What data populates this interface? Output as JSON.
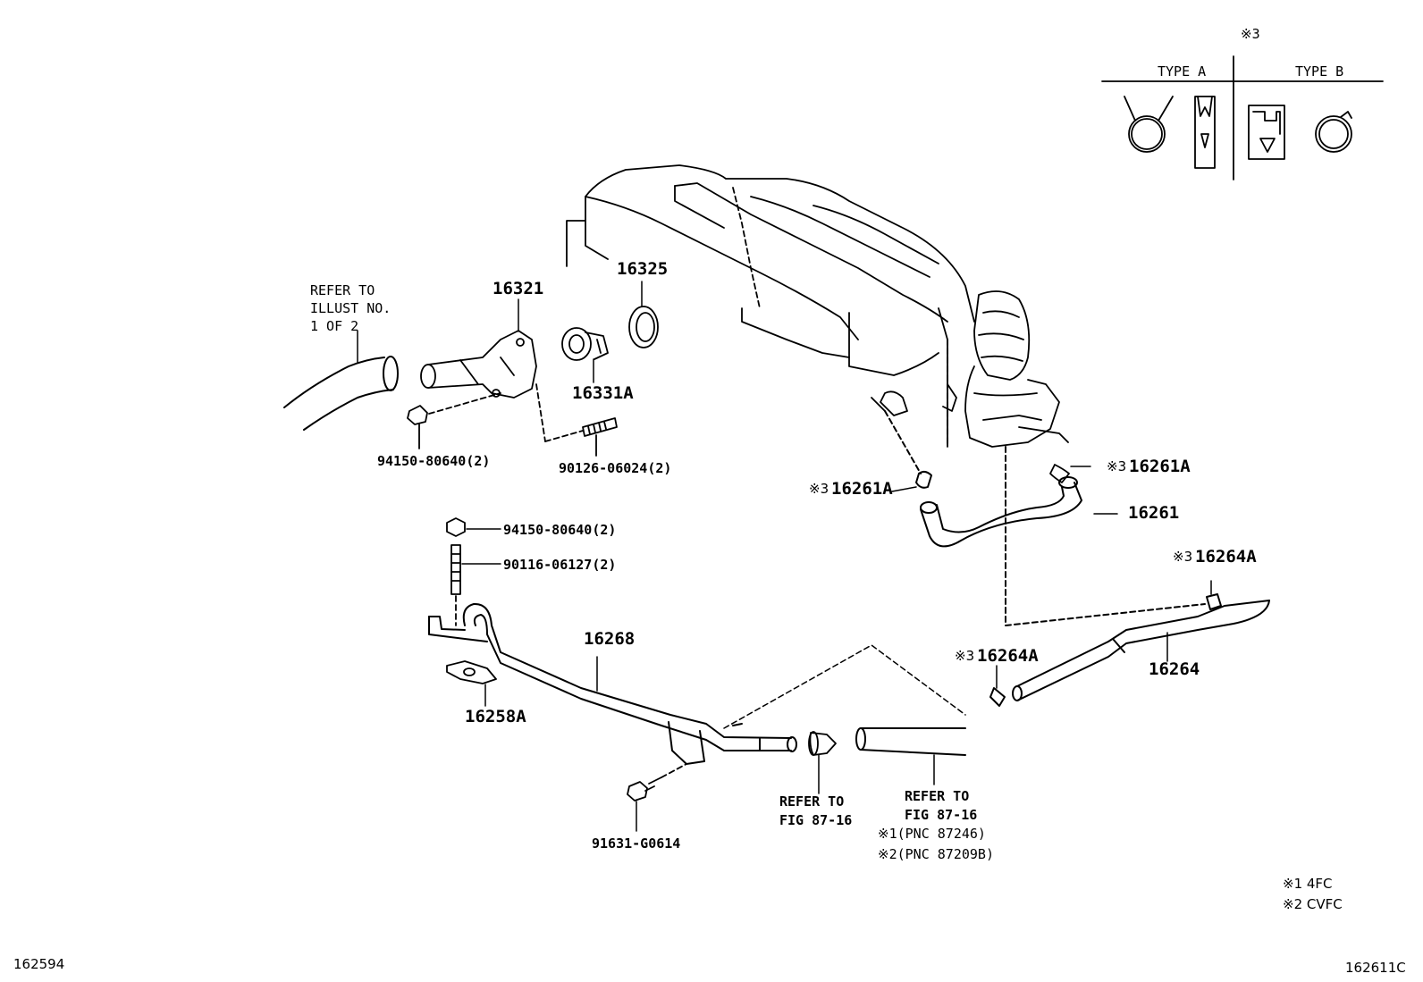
{
  "legend": {
    "marker": "※3",
    "type_a": "TYPE A",
    "type_b": "TYPE B"
  },
  "labels": {
    "refer_illust": [
      "REFER TO",
      "ILLUST NO.",
      "1 OF 2"
    ],
    "p16321": "16321",
    "p16325": "16325",
    "p16331A": "16331A",
    "p94150_a": "94150-80640(2)",
    "p90126": "90126-06024(2)",
    "p16261A_left_mark": "※3",
    "p16261A_left": "16261A",
    "p16261A_right_mark": "※3",
    "p16261A_right": "16261A",
    "p16261": "16261",
    "p94150_b": "94150-80640(2)",
    "p90116": "90116-06127(2)",
    "p16268": "16268",
    "p16258A": "16258A",
    "p16264A_top_mark": "※3",
    "p16264A_top": "16264A",
    "p16264A_mid_mark": "※3",
    "p16264A_mid": "16264A",
    "p16264": "16264",
    "p91631": "91631-G0614",
    "refer_fig_a": [
      "REFER TO",
      "FIG 87-16"
    ],
    "refer_fig_b": [
      "REFER TO",
      "FIG 87-16"
    ],
    "pnc1": "※1(PNC 87246)",
    "pnc2": "※2(PNC 87209B)"
  },
  "footnotes": [
    "※1 4FC",
    "※2 CVFC"
  ],
  "codes": {
    "left": "162594",
    "right": "162611C"
  }
}
